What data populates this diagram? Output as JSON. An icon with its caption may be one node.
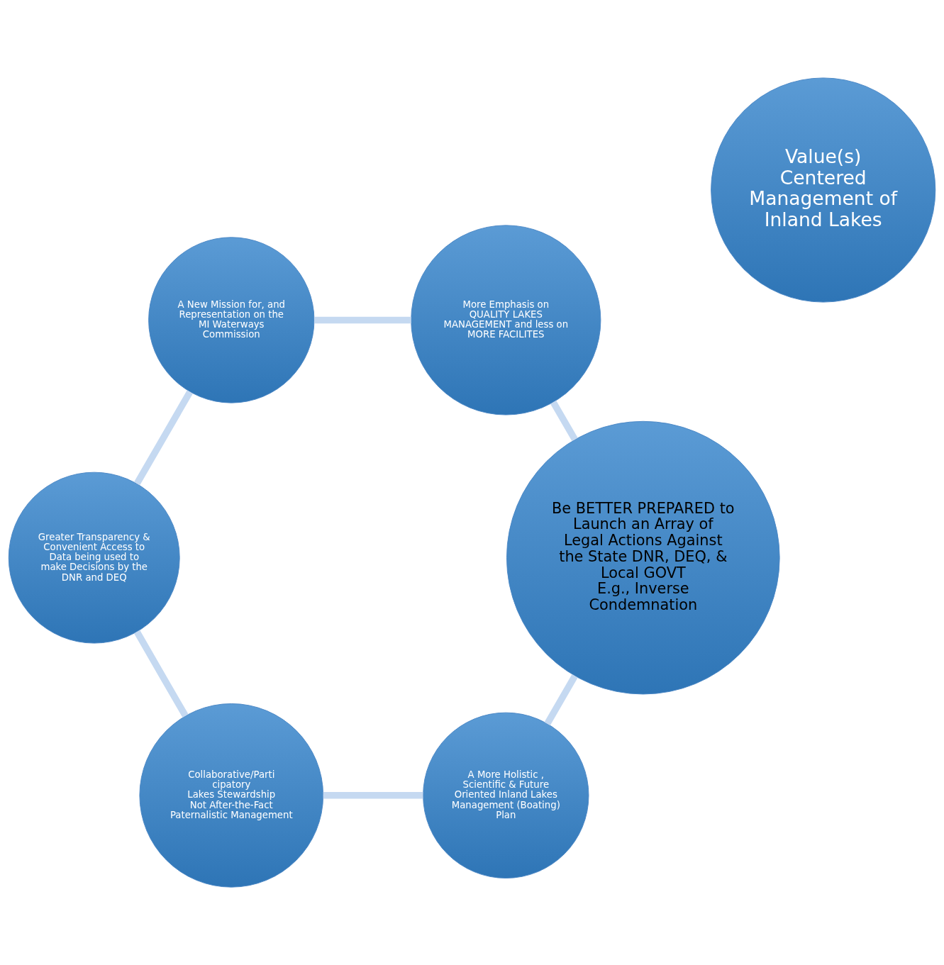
{
  "diagram": {
    "nodes": [
      {
        "text": [
          "A More Holistic , Scientific & Future Oriented Inland Lakes Management (Boating) Plan"
        ]
      },
      {
        "text": [
          "Be BETTER PREPARED to Launch an Array of Legal Actions Against the State DNR, DEQ, & Local GOVT",
          "E.g., Inverse Condemnation"
        ]
      },
      {
        "text": [
          "Collaborative/Parti cipatory",
          "Lakes Stewardship",
          "Not After-the-Fact Paternalistic Management"
        ]
      },
      {
        "text": [
          "Value(s) Centered Management of Inland Lakes"
        ]
      },
      {
        "text": [
          "More Emphasis on QUALITY LAKES MANAGEMENT and less on MORE FACILITES"
        ]
      },
      {
        "text": [
          "Greater Transparency & Convenient Access to Data being used to make Decisions by the DNR and DEQ"
        ]
      },
      {
        "text": [
          "A New Mission for, and Representation on the MI Waterways Commission"
        ]
      }
    ],
    "edges": [
      {
        "from": 0,
        "to": 2,
        "arrow": "none"
      },
      {
        "from": 2,
        "to": 5,
        "arrow": "none"
      },
      {
        "from": 5,
        "to": 6,
        "arrow": "none"
      },
      {
        "from": 6,
        "to": 4,
        "arrow": "none"
      },
      {
        "from": 4,
        "to": 1,
        "arrow": "none"
      },
      {
        "from": 1,
        "to": 0,
        "arrow": "none"
      }
    ]
  }
}
